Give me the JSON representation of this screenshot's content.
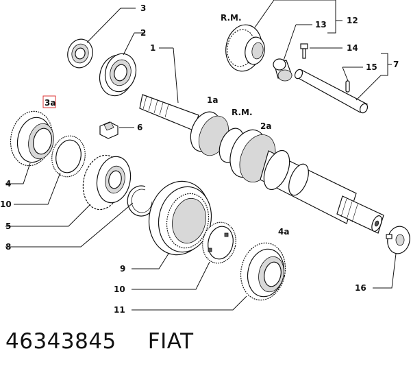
{
  "diagram": {
    "callouts": {
      "n3": "3",
      "n2": "2",
      "n1": "1",
      "rm_top": "R.M.",
      "n13": "13",
      "n12": "12",
      "n14": "14",
      "n15": "15",
      "n7": "7",
      "n3a": "3a",
      "n1a": "1a",
      "rm_mid": "R.M.",
      "n2a": "2a",
      "n6": "6",
      "n4": "4",
      "n10a": "10",
      "n5": "5",
      "n8": "8",
      "n9": "9",
      "n10b": "10",
      "n4a": "4a",
      "n11": "11",
      "n16": "16"
    }
  },
  "footer": {
    "part_number": "46343845",
    "brand": "FIAT"
  }
}
